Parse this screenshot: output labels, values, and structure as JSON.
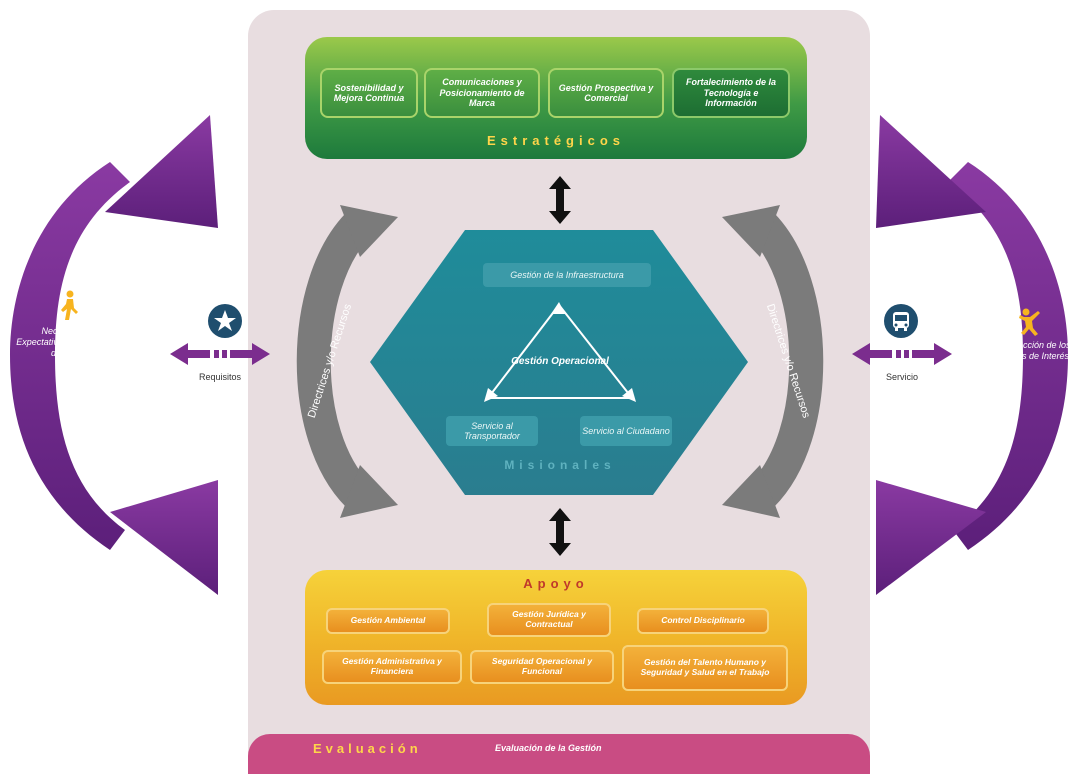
{
  "strategic": {
    "title": "Estratégicos",
    "boxes": [
      "Sostenibilidad y Mejora Continua",
      "Comunicaciones y Posicionamiento de Marca",
      "Gestión Prospectiva y Comercial",
      "Fortalecimiento de la Tecnología e Información"
    ]
  },
  "missional": {
    "title": "Misionales",
    "infrastructure": "Gestión de la Infraestructura",
    "operational": "Gestión Operacional",
    "transporter": "Servicio al Transportador",
    "citizen": "Servicio al Ciudadano"
  },
  "support": {
    "title": "Apoyo",
    "boxes": [
      "Gestión Ambiental",
      "Gestión Jurídica y Contractual",
      "Control Disciplinario",
      "Gestión Administrativa y Financiera",
      "Seguridad Operacional y Funcional",
      "Gestión del Talento Humano y Seguridad y Salud en el Trabajo"
    ]
  },
  "evaluation": {
    "title": "Evaluación",
    "box": "Evaluación de la Gestión"
  },
  "left": {
    "arc_text": "Necesidades y Expectativas de los Grupos de Interés",
    "label": "Requisitos"
  },
  "right": {
    "arc_text": "Satisfacción de los Grupos de Interés",
    "label": "Servicio"
  },
  "arrows": {
    "left_label": "Directrices y/o Recursos",
    "right_label": "Directrices y/o Recursos"
  },
  "colors": {
    "purple": "#7b2d8e",
    "green": "#3f9a45",
    "teal": "#3b9aa8",
    "yellow": "#f0b62a",
    "pink": "#c94c83",
    "navy": "#1f4e6e"
  },
  "icons": {
    "left_circle": "star-icon",
    "right_circle": "bus-icon",
    "left_person": "walking-person-icon",
    "right_person": "jumping-person-icon"
  }
}
